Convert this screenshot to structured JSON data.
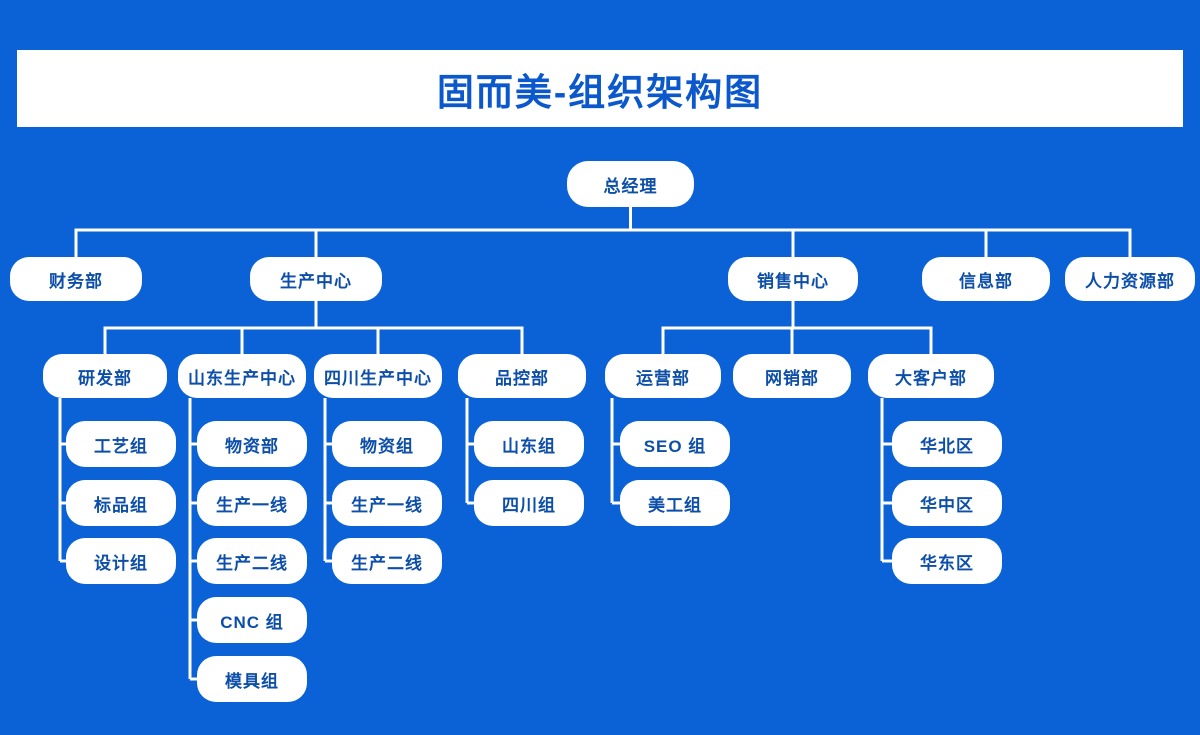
{
  "page": {
    "title": "固而美-组织架构图"
  },
  "colors": {
    "background": "#0a62d6",
    "node_bg": "#ffffff",
    "node_text": "#0d4fa8",
    "title_text": "#0b57cc",
    "connector": "#ffffff"
  },
  "org": {
    "root": {
      "label": "总经理",
      "children": [
        {
          "label": "财务部",
          "children": []
        },
        {
          "label": "生产中心",
          "children": [
            {
              "label": "研发部",
              "children": [
                {
                  "label": "工艺组"
                },
                {
                  "label": "标品组"
                },
                {
                  "label": "设计组"
                }
              ]
            },
            {
              "label": "山东生产中心",
              "children": [
                {
                  "label": "物资部"
                },
                {
                  "label": "生产一线"
                },
                {
                  "label": "生产二线"
                },
                {
                  "label": "CNC 组"
                },
                {
                  "label": "模具组"
                }
              ]
            },
            {
              "label": "四川生产中心",
              "children": [
                {
                  "label": "物资组"
                },
                {
                  "label": "生产一线"
                },
                {
                  "label": "生产二线"
                }
              ]
            },
            {
              "label": "品控部",
              "children": [
                {
                  "label": "山东组"
                },
                {
                  "label": "四川组"
                }
              ]
            }
          ]
        },
        {
          "label": "销售中心",
          "children": [
            {
              "label": "运营部",
              "children": [
                {
                  "label": "SEO 组"
                },
                {
                  "label": "美工组"
                }
              ]
            },
            {
              "label": "网销部",
              "children": []
            },
            {
              "label": "大客户部",
              "children": [
                {
                  "label": "华北区"
                },
                {
                  "label": "华中区"
                },
                {
                  "label": "华东区"
                }
              ]
            }
          ]
        },
        {
          "label": "信息部",
          "children": []
        },
        {
          "label": "人力资源部",
          "children": []
        }
      ]
    }
  }
}
